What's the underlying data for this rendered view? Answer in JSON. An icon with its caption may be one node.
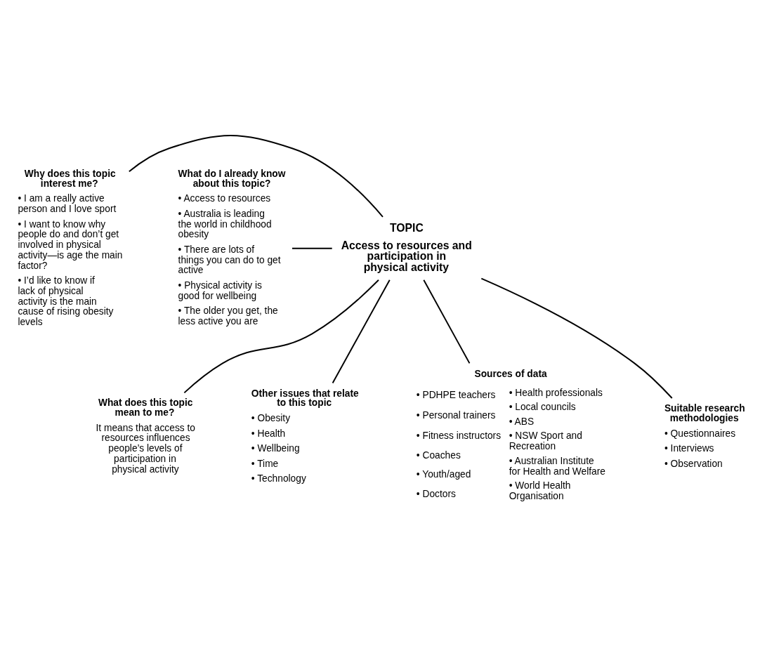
{
  "diagram": {
    "nodes": [
      {
        "text": [
          "What does this topic mean to me?",
          "It means that access to resources influences people’s levels of participation in physical activity"
        ]
      },
      {
        "text": [
          "Why does this topic interest me?",
          "• I am a really active person and I love sport",
          "• I want to know why people do and don’t get involved in physical activity—is age the main factor?",
          "• I’d like to know if lack of physical activity is the main cause of rising obesity levels"
        ]
      },
      {
        "text": [
          "What do I already know about this topic?",
          "• Access to resources",
          "• Australia is leading the world in childhood obesity",
          "• There are lots of things you can do to get active",
          "• Physical activity is good for wellbeing",
          "• The older you get, the less active you are"
        ]
      },
      {
        "text": [
          "TOPIC",
          "Access to resources and participation in physical activity"
        ]
      },
      {
        "text": [
          "Other issues that relate to this topic",
          "• Obesity",
          "• Health",
          "• Wellbeing",
          "• Time",
          "• Technology"
        ]
      },
      {
        "text": [
          "Sources of data",
          "• PDHPE teachers",
          "• Personal trainers",
          "• Fitness instructors",
          "• Coaches",
          "• Youth/aged",
          "• Doctors",
          "• Health professionals",
          "• Local councils",
          "• ABS",
          "• NSW Sport and Recreation",
          "• Australian Institute for Health and Welfare",
          "• World Health Organisation"
        ]
      },
      {
        "text": [
          "Suitable research methodologies",
          "• Questionnaires",
          "• Interviews",
          "• Observation"
        ]
      }
    ],
    "edges": [
      {
        "from": 3,
        "to": 0,
        "arrow": "none"
      },
      {
        "from": 3,
        "to": 1,
        "arrow": "none"
      },
      {
        "from": 3,
        "to": 2,
        "arrow": "none"
      },
      {
        "from": 3,
        "to": 4,
        "arrow": "none"
      },
      {
        "from": 3,
        "to": 5,
        "arrow": "none"
      },
      {
        "from": 3,
        "to": 6,
        "arrow": "none"
      }
    ]
  }
}
